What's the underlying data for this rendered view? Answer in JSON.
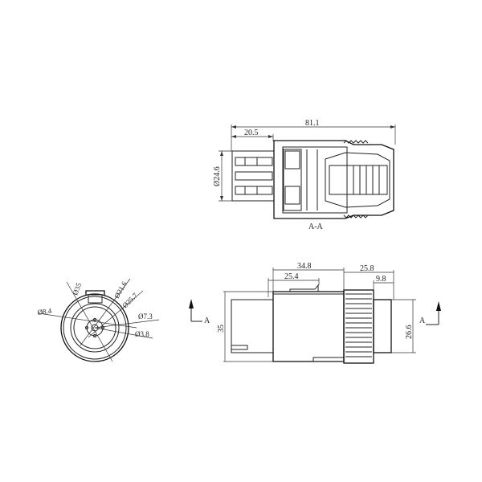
{
  "drawing": {
    "section_view": {
      "label": "A-A",
      "dims": {
        "overall_length": "81.1",
        "front_length": "20.5",
        "diameter": "Ø24.6"
      }
    },
    "front_view": {
      "dims": {
        "d1": "Ø35",
        "d2": "Ø21.6",
        "d3": "Ø25.7",
        "d4": "Ø8.4",
        "d5": "Ø7.3",
        "d6": "Ø3.8"
      }
    },
    "side_view": {
      "section_marker_left": "A",
      "section_marker_right": "A",
      "dims": {
        "body_length": "34.8",
        "latch_length": "25.4",
        "nut_length": "25.8",
        "tail_length": "9.8",
        "height": "35",
        "tail_height": "26.6"
      }
    }
  }
}
